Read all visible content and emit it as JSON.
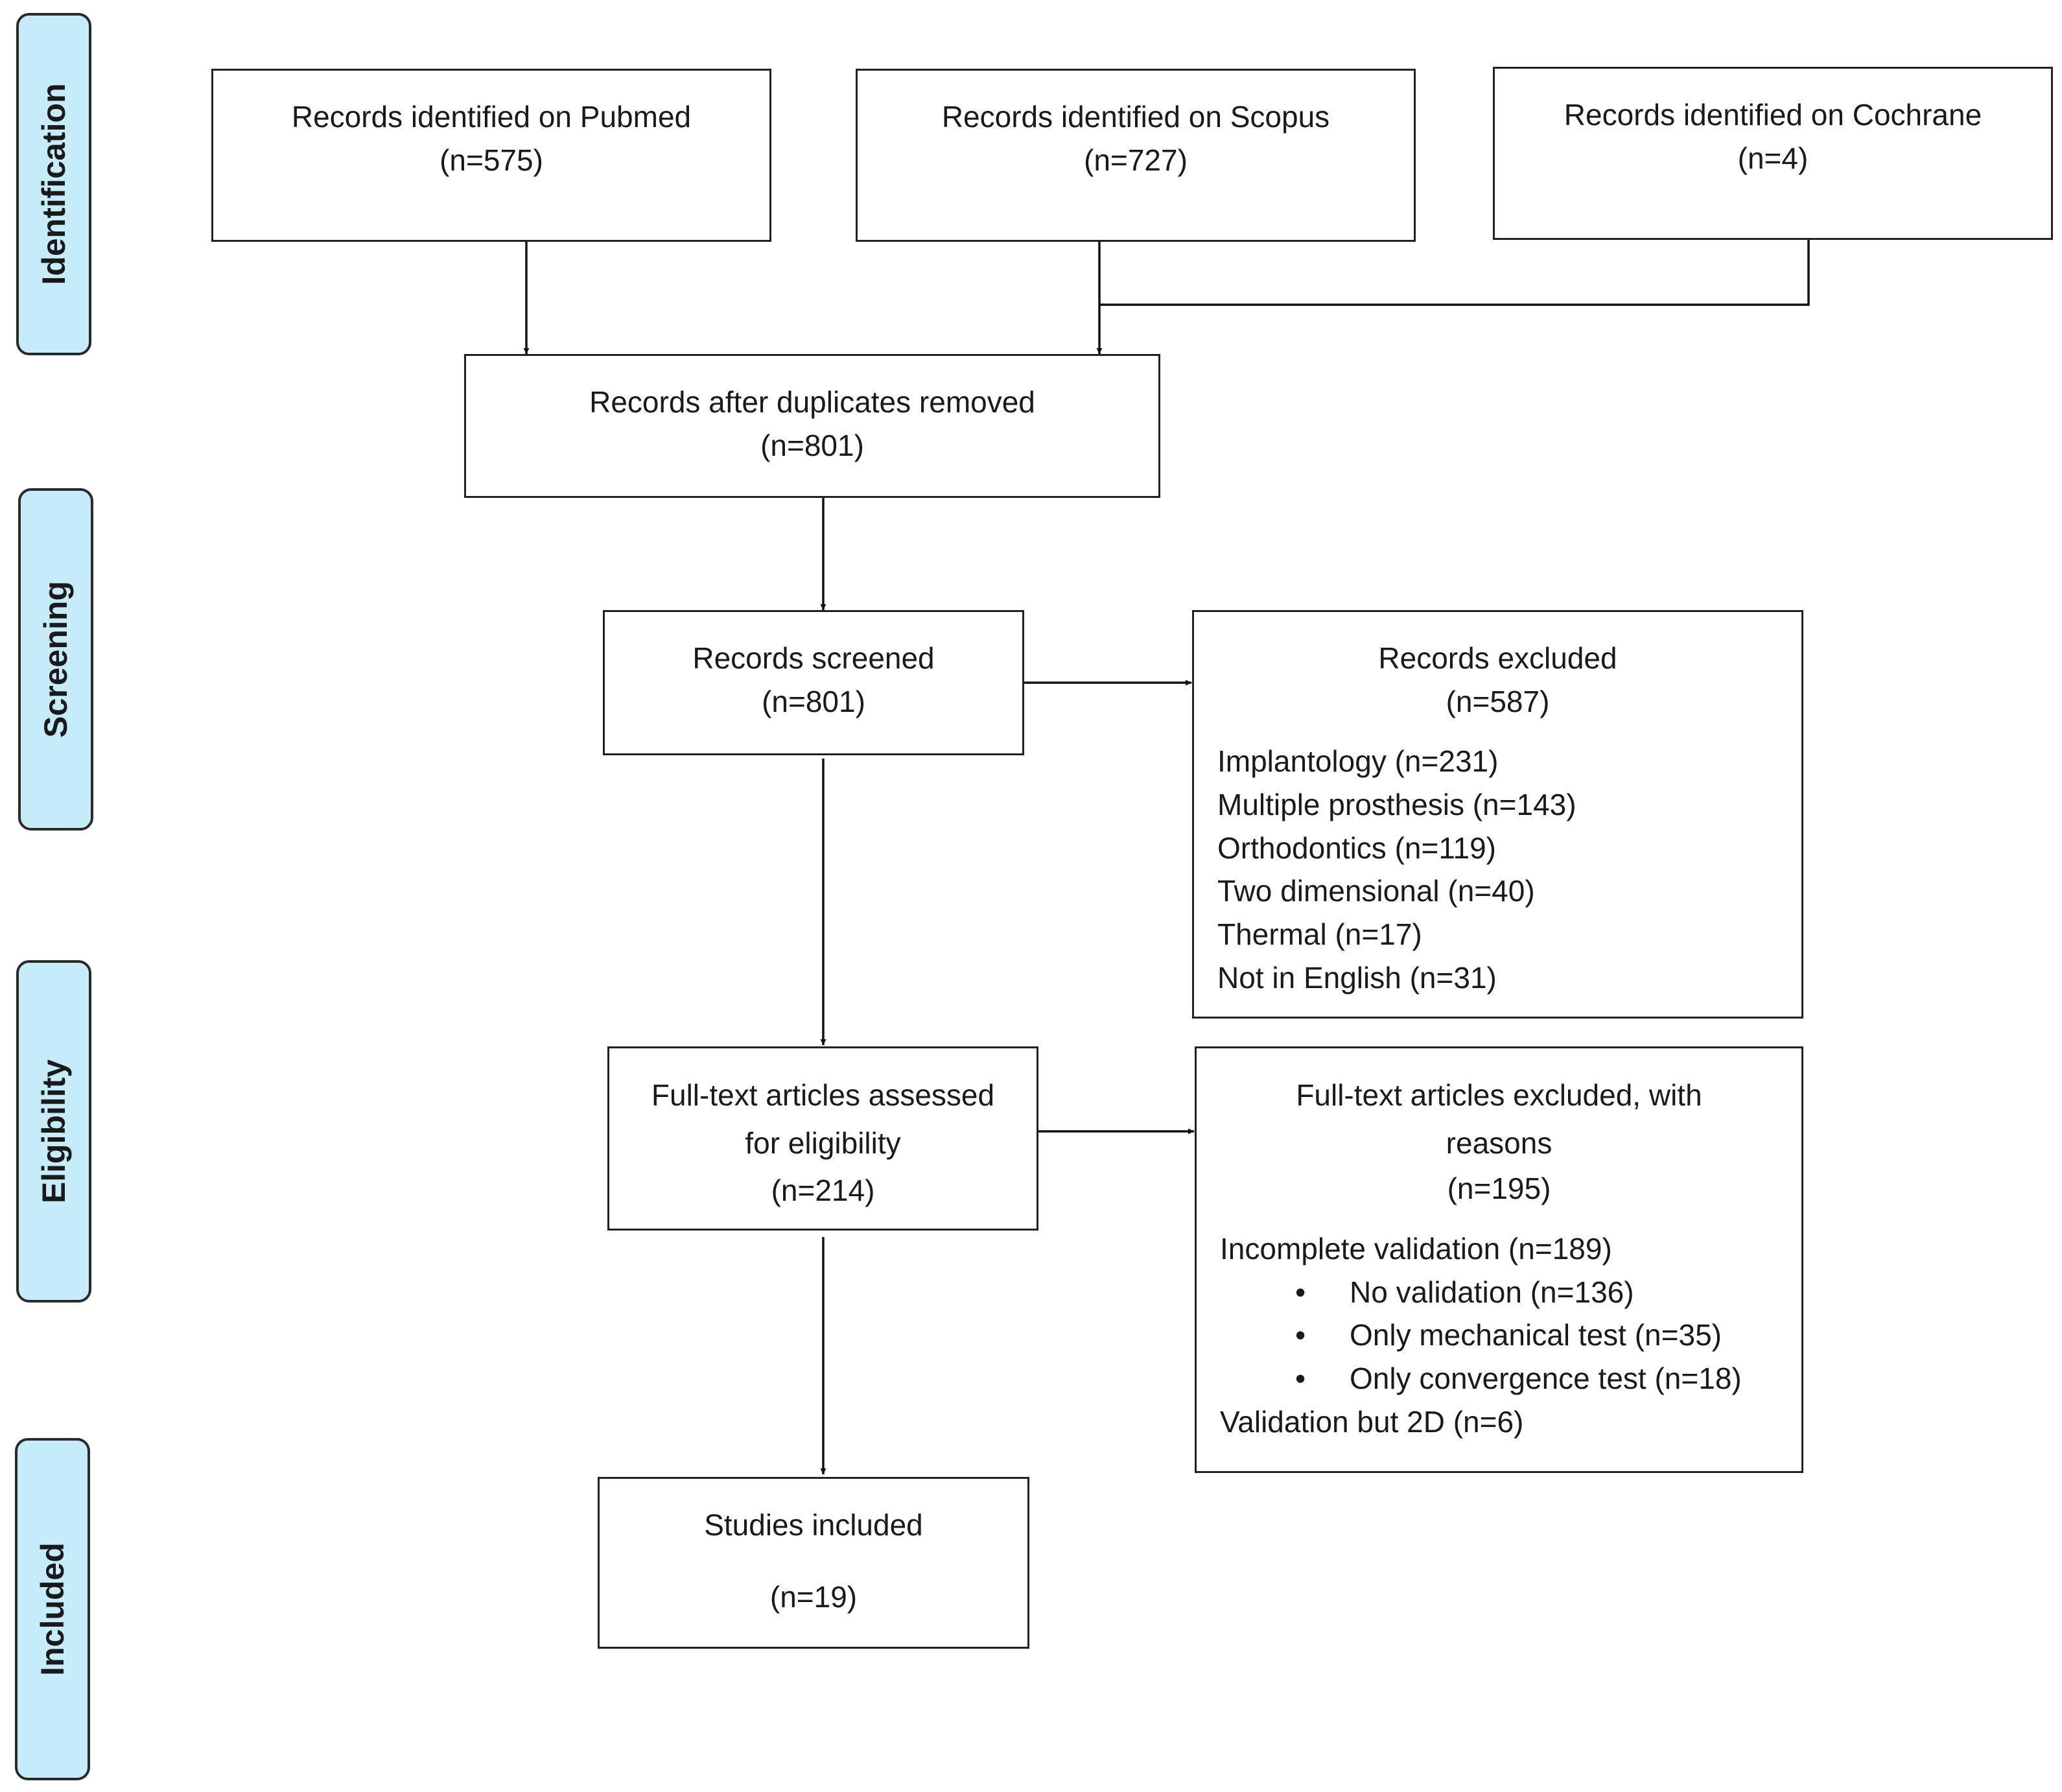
{
  "phases": {
    "identification": "Identification",
    "screening": "Screening",
    "eligibility": "Eligibility",
    "included": "Included"
  },
  "boxes": {
    "pubmed": {
      "title": "Records identified on Pubmed",
      "count": "(n=575)"
    },
    "scopus": {
      "title": "Records identified on Scopus",
      "count": "(n=727)"
    },
    "cochrane": {
      "title": "Records identified on Cochrane",
      "count": "(n=4)"
    },
    "duplicates": {
      "title": "Records after duplicates removed",
      "count": "(n=801)"
    },
    "screened": {
      "title": "Records screened",
      "count": "(n=801)"
    },
    "excluded": {
      "title": "Records excluded",
      "count": "(n=587)",
      "reasons": [
        "Implantology (n=231)",
        "Multiple prosthesis (n=143)",
        "Orthodontics (n=119)",
        "Two dimensional (n=40)",
        "Thermal (n=17)",
        "Not in English (n=31)"
      ]
    },
    "fulltext": {
      "line1": "Full-text articles assessed",
      "line2": "for eligibility",
      "count": "(n=214)"
    },
    "fulltext_excluded": {
      "line1": "Full-text articles excluded, with",
      "line2": "reasons",
      "count": "(n=195)",
      "incomplete": "Incomplete validation (n=189)",
      "bullets": [
        "No validation (n=136)",
        "Only mechanical test (n=35)",
        "Only convergence test (n=18)"
      ],
      "validation_2d": "Validation but 2D (n=6)"
    },
    "included": {
      "title": "Studies included",
      "count": "(n=19)"
    }
  }
}
